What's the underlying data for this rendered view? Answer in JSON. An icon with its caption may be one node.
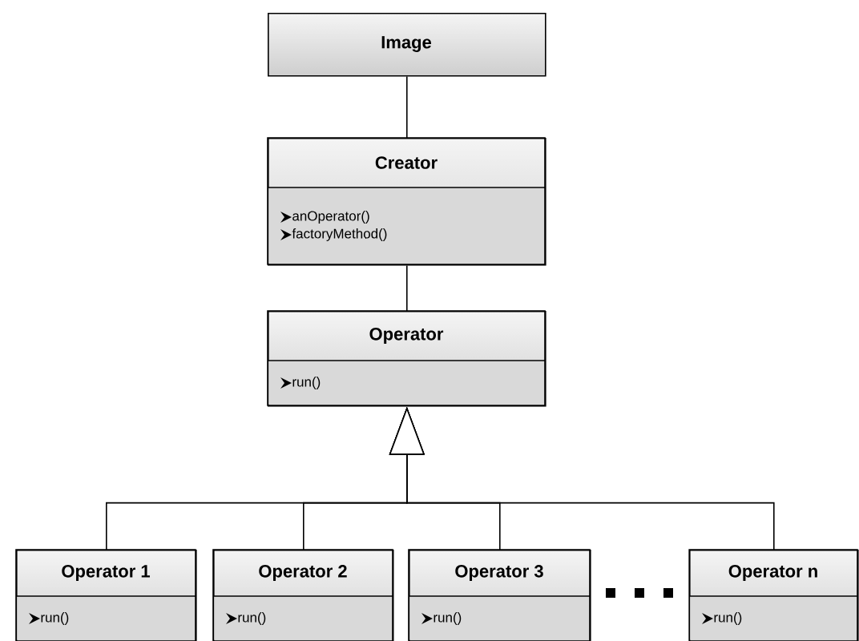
{
  "diagram": {
    "nodes": [
      {
        "text": [
          "Image"
        ]
      },
      {
        "text": [
          "Creator",
          "anOperator()",
          "factoryMethod()"
        ]
      },
      {
        "text": [
          "Operator",
          "run()"
        ]
      },
      {
        "text": [
          "Operator 1",
          "run()"
        ]
      },
      {
        "text": [
          "Operator 2",
          "run()"
        ]
      },
      {
        "text": [
          "Operator 3",
          "run()"
        ]
      },
      {
        "text": [
          "Operator n",
          "run()"
        ]
      }
    ],
    "edges": [
      {
        "from": 0,
        "to": 1,
        "arrow": "none"
      },
      {
        "from": 1,
        "to": 2,
        "arrow": "none"
      },
      {
        "from": 3,
        "to": 2,
        "arrow": "to"
      },
      {
        "from": 4,
        "to": 2,
        "arrow": "to"
      },
      {
        "from": 5,
        "to": 2,
        "arrow": "to"
      },
      {
        "from": 6,
        "to": 2,
        "arrow": "to"
      }
    ]
  }
}
